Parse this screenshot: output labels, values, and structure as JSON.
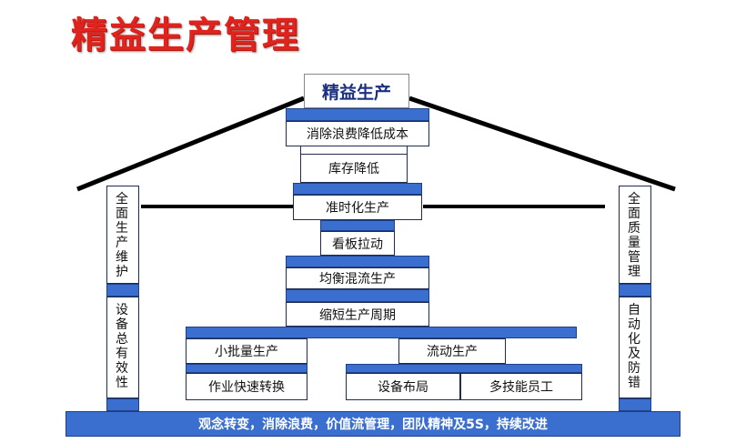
{
  "title": "精益生产管理",
  "peak": "精益生产",
  "center": [
    "消除浪费降低成本",
    "库存降低",
    "准时化生产",
    "看板拉动",
    "均衡混流生产",
    "缩短生产周期"
  ],
  "left_block": [
    "小批量生产",
    "作业快速转换"
  ],
  "right_block": [
    "流动生产",
    "设备布局",
    "多技能员工"
  ],
  "left_pillar": {
    "top": "全面生产维护",
    "bottom": "设备总有效性"
  },
  "right_pillar": {
    "top": "全面质量管理",
    "bottom": "自动化及防错"
  },
  "foundation": "观念转变，消除浪费，价值流管理，团队精神及5S，持续改进",
  "colors": {
    "title": "#e0231d",
    "bar": "#3a6fcf",
    "peak_text": "#1b3080"
  }
}
